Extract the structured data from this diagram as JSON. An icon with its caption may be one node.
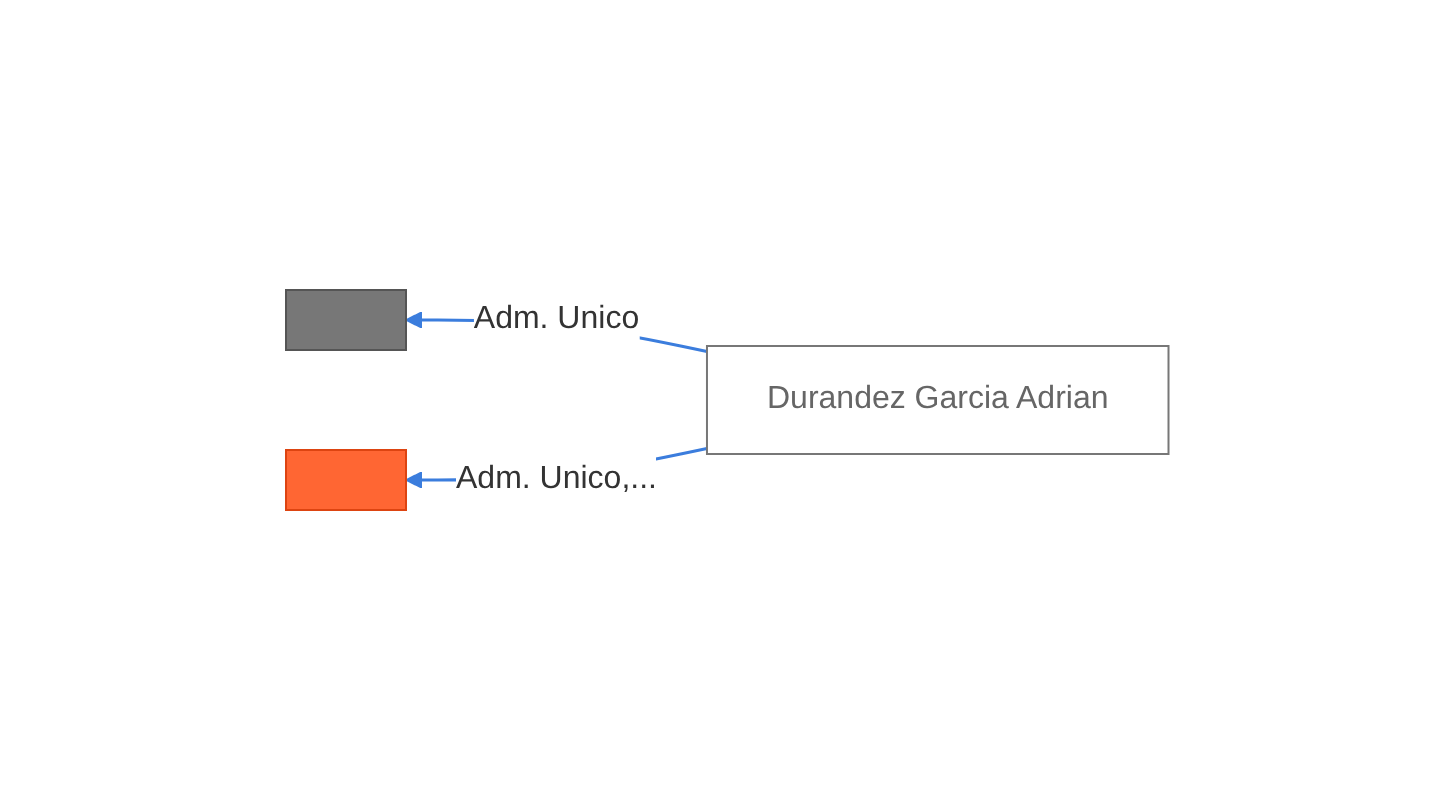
{
  "diagram": {
    "nodes": [
      {
        "text": [],
        "shape": "box"
      },
      {
        "text": [
          "Durandez Garcia Adrian"
        ]
      },
      {
        "text": [],
        "shape": "box"
      }
    ],
    "edges": [
      {
        "from": 1,
        "to": 0,
        "arrow": "to",
        "label": "Adm. Unico"
      },
      {
        "from": 1,
        "to": 2,
        "arrow": "to",
        "label": "Adm. Unico,..."
      }
    ]
  }
}
